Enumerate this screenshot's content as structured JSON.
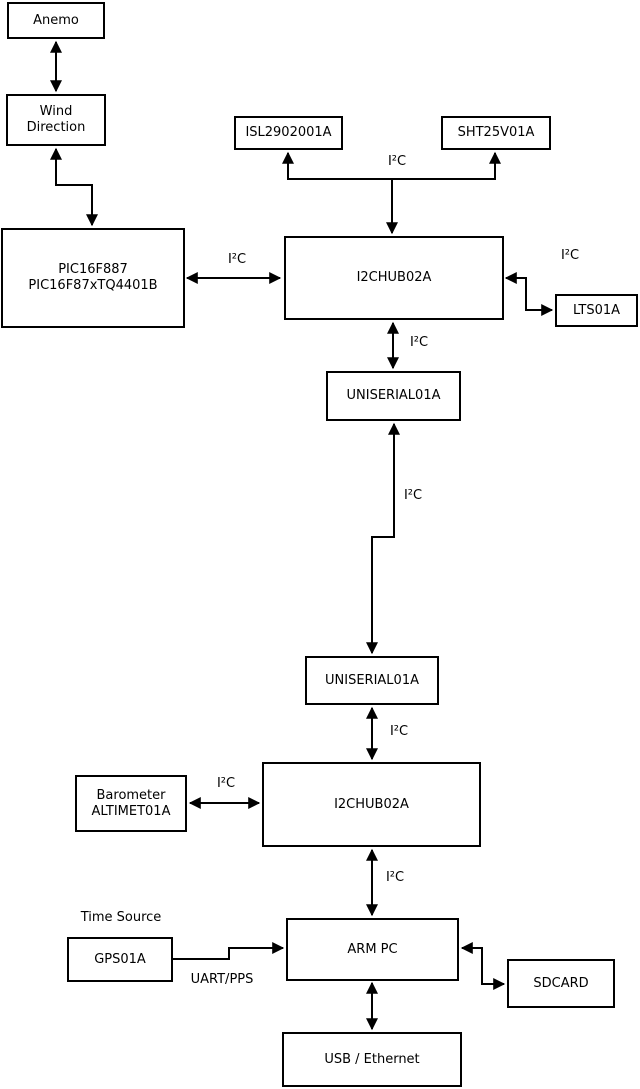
{
  "colors": {
    "line": "#000000",
    "box_fill": "#ffffff",
    "background": "#ffffff"
  },
  "nodes": {
    "anemo": {
      "label": "Anemo"
    },
    "wind_direction": {
      "line1": "Wind",
      "line2": "Direction"
    },
    "pic": {
      "line1": "PIC16F887",
      "line2": "PIC16F87xTQ4401B"
    },
    "isl": {
      "label": "ISL2902001A"
    },
    "sht": {
      "label": "SHT25V01A"
    },
    "i2chub_upper": {
      "label": "I2CHUB02A"
    },
    "lts": {
      "label": "LTS01A"
    },
    "uniserial_upper": {
      "label": "UNISERIAL01A"
    },
    "uniserial_lower": {
      "label": "UNISERIAL01A"
    },
    "i2chub_lower": {
      "label": "I2CHUB02A"
    },
    "barometer": {
      "line1": "Barometer",
      "line2": "ALTIMET01A"
    },
    "gps": {
      "label": "GPS01A"
    },
    "arm_pc": {
      "label": "ARM PC"
    },
    "sdcard": {
      "label": "SDCARD"
    },
    "usb_ethernet": {
      "label": "USB / Ethernet"
    }
  },
  "labels": {
    "i2c": "I²C",
    "time_source": "Time Source",
    "uart_pps": "UART/PPS"
  }
}
